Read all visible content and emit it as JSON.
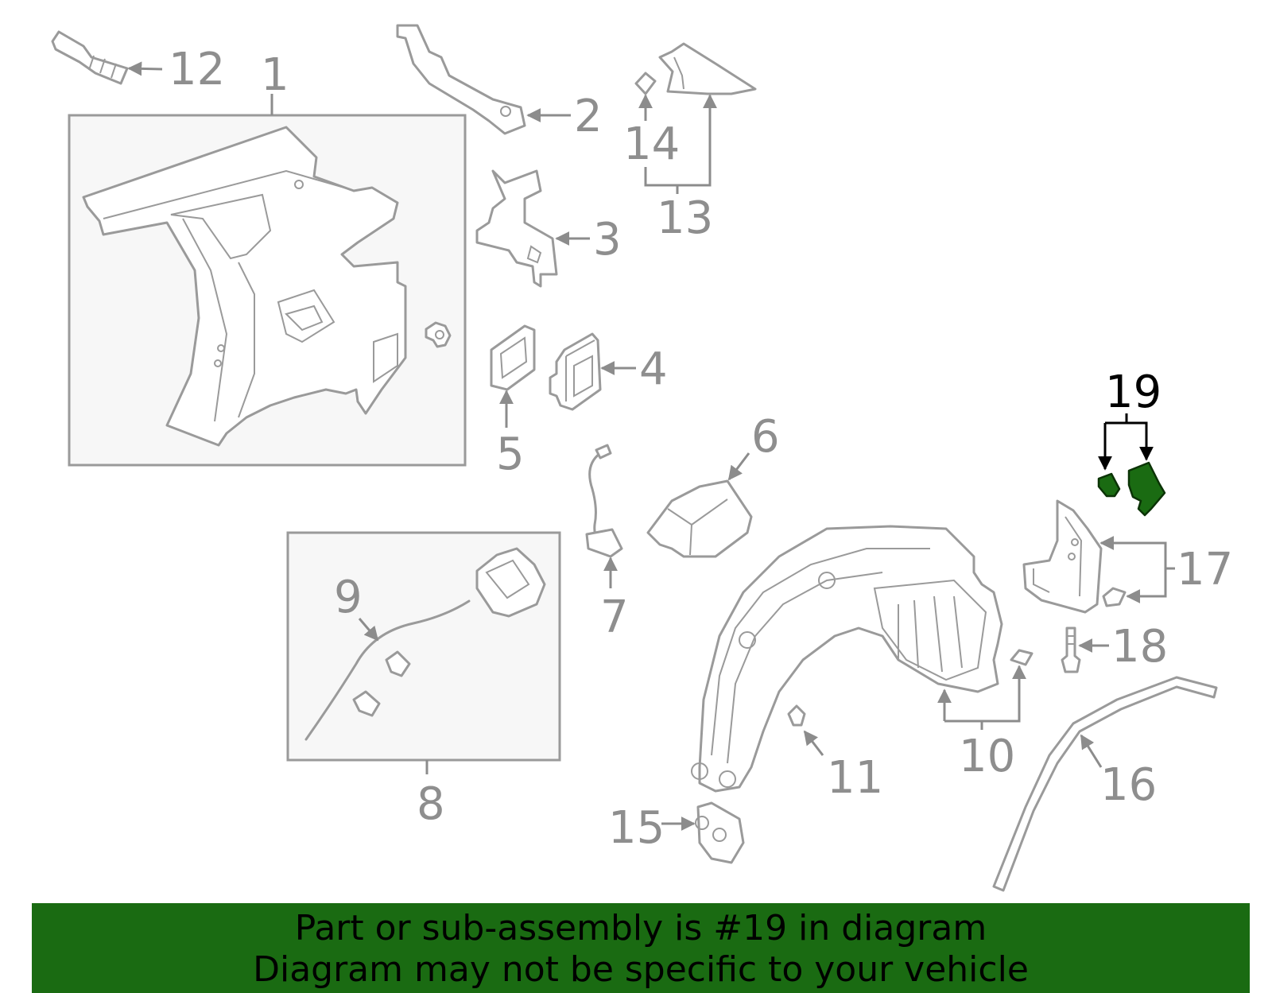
{
  "colors": {
    "highlight": "#1a6b12",
    "part_stroke": "#9a9a9a",
    "label_grey": "#8e8e8e"
  },
  "callouts": {
    "c1": "1",
    "c2": "2",
    "c3": "3",
    "c4": "4",
    "c5": "5",
    "c6": "6",
    "c7": "7",
    "c8": "8",
    "c9": "9",
    "c10": "10",
    "c11": "11",
    "c12": "12",
    "c13": "13",
    "c14": "14",
    "c15": "15",
    "c16": "16",
    "c17": "17",
    "c18": "18",
    "c19": "19"
  },
  "highlighted_part": "19",
  "banner": {
    "line1": "Part or sub-assembly is #19 in diagram",
    "line2": "Diagram may not be specific to your vehicle"
  }
}
